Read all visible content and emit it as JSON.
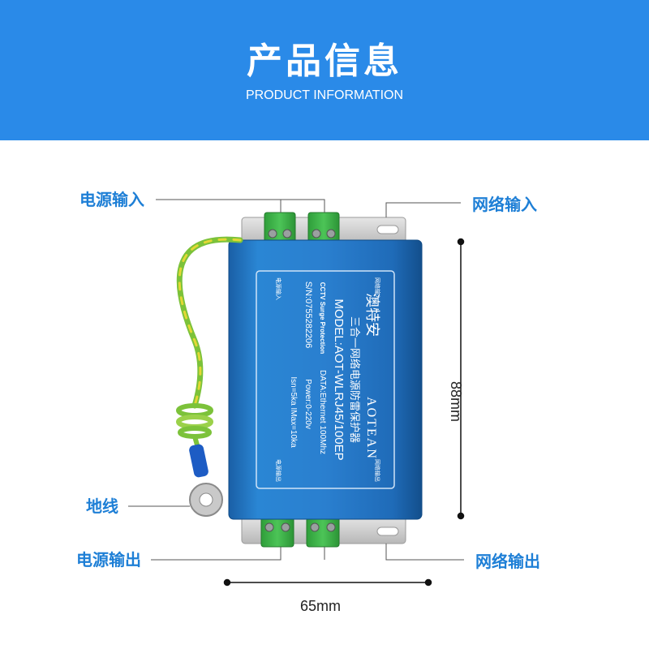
{
  "header": {
    "title": "产品信息",
    "subtitle": "PRODUCT INFORMATION"
  },
  "callouts": {
    "power_in": "电源输入",
    "network_in": "网络输入",
    "ground": "地线",
    "power_out": "电源输出",
    "network_out": "网络输出"
  },
  "dimensions": {
    "height": "88mm",
    "width": "65mm"
  },
  "device_label": {
    "brand_cn": "澳特安",
    "brand_en": "AOTEAN",
    "product_name": "三合一网络电源防雷保护器",
    "model": "MODEL:AOT-WLRJ45/100EP",
    "type": "CCTV Surge Protection",
    "serial": "S/N:0755282206",
    "data_spec": "DATA:Ethernet 100Mhz",
    "power_spec": "Power:0-220v",
    "current_spec": "Isn=5ka  IMax=10ka",
    "corner_net_in": "网络输入",
    "corner_power_in": "电源输入",
    "corner_net_out": "网络输出",
    "corner_power_out": "电源输出"
  },
  "colors": {
    "banner": "#2a8ae8",
    "callout_text": "#1e7fd6",
    "device_body": "#1f6fb8",
    "terminal_green": "#3fb44a",
    "ground_wire_green": "#7cc23a",
    "ground_wire_yellow": "#e3d834",
    "lug_blue": "#1d5cc4"
  }
}
